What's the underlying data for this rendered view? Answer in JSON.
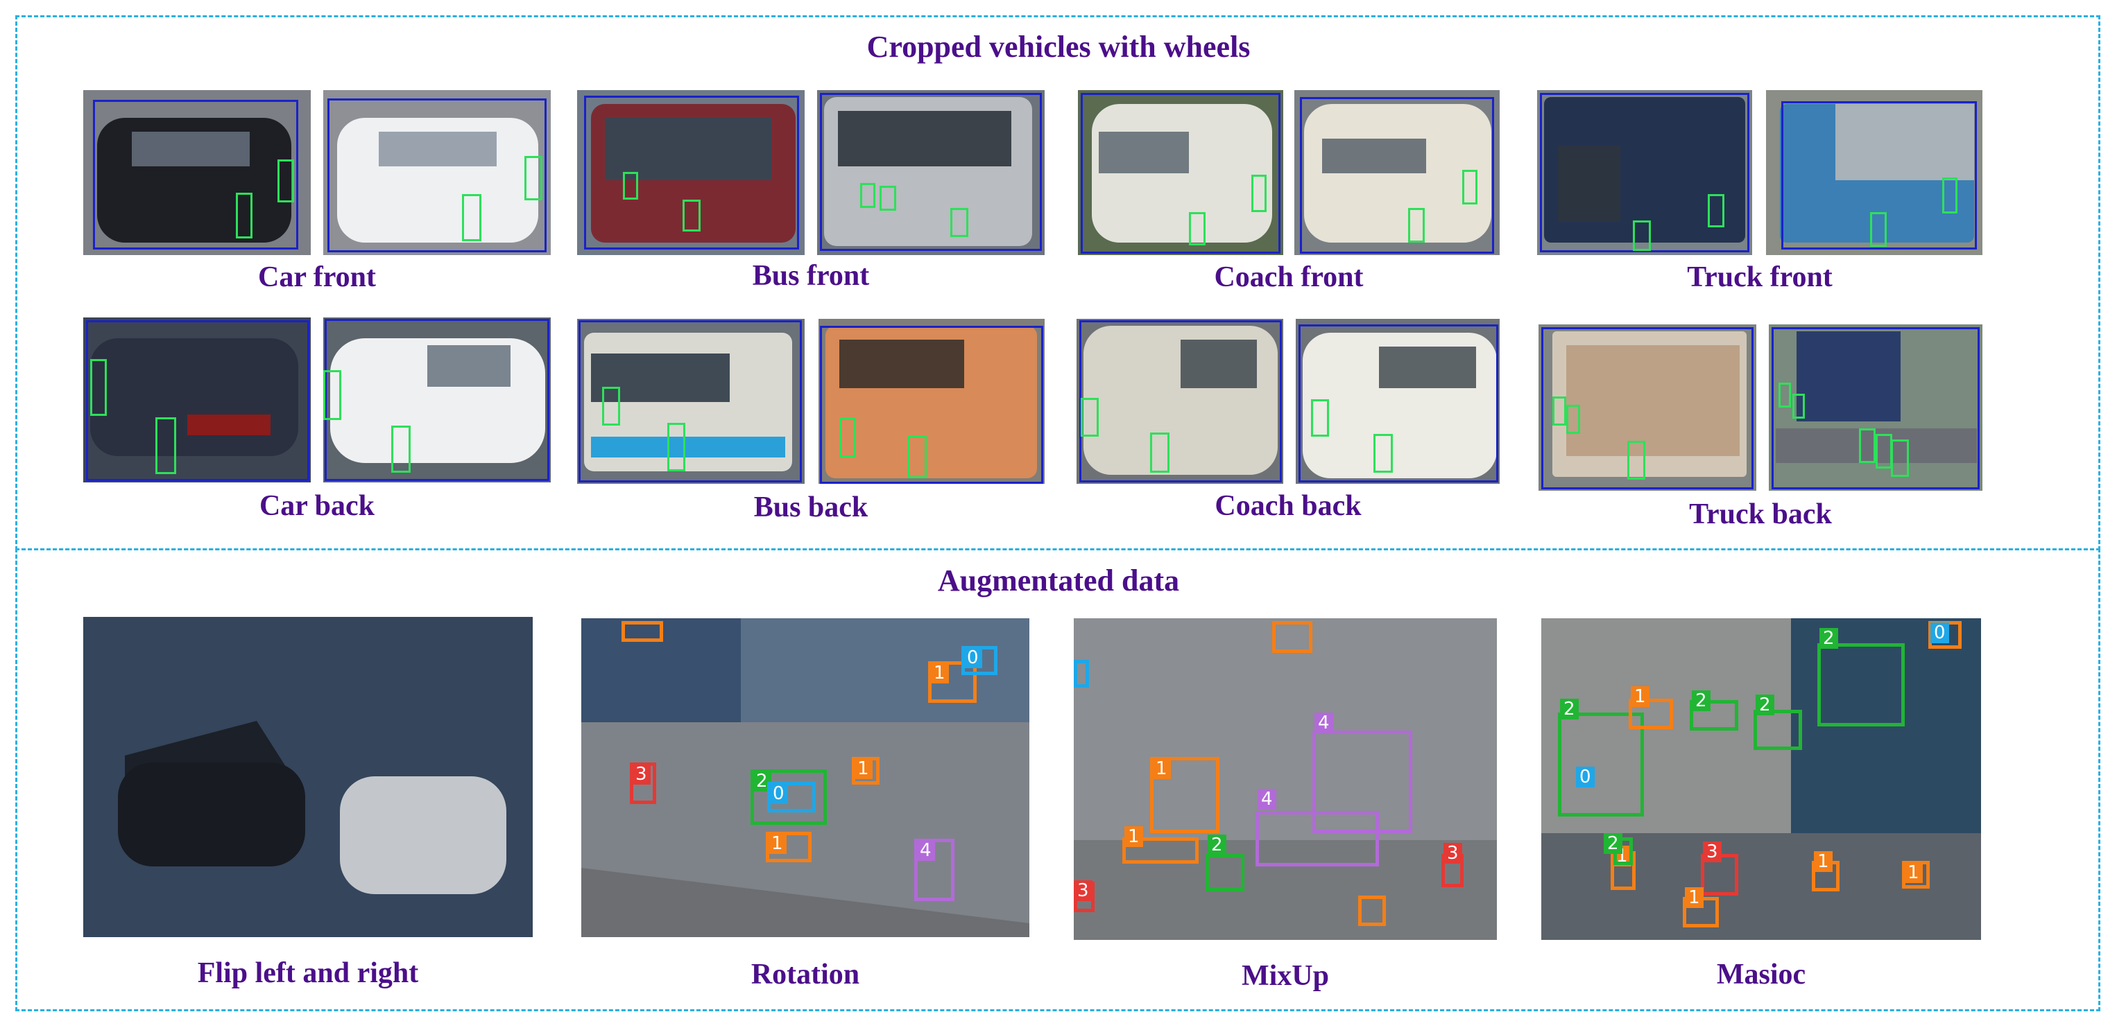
{
  "titles": {
    "top": "Cropped vehicles with wheels",
    "bottom": "Augmentated data"
  },
  "captions": {
    "car_front": "Car front",
    "bus_front": "Bus front",
    "coach_front": "Coach front",
    "truck_front": "Truck front",
    "car_back": "Car back",
    "bus_back": "Bus back",
    "coach_back": "Coach back",
    "truck_back": "Truck back",
    "flip": "Flip left and right",
    "rotation": "Rotation",
    "mixup": "MixUp",
    "mosaic": "Masioc"
  },
  "labels": {
    "car": "0",
    "truck": "1",
    "bus": "2",
    "van": "3",
    "other": "4"
  },
  "colors": {
    "title": "#4b0f8a",
    "vehicle_box": "#1a22c8",
    "wheel_box": "#2ee05a",
    "class0": "#1ea7e8",
    "class1": "#f57f16",
    "class2": "#21b534",
    "class3": "#e53935",
    "class4": "#b26ad8",
    "panel_border": "#2bb0e0"
  }
}
